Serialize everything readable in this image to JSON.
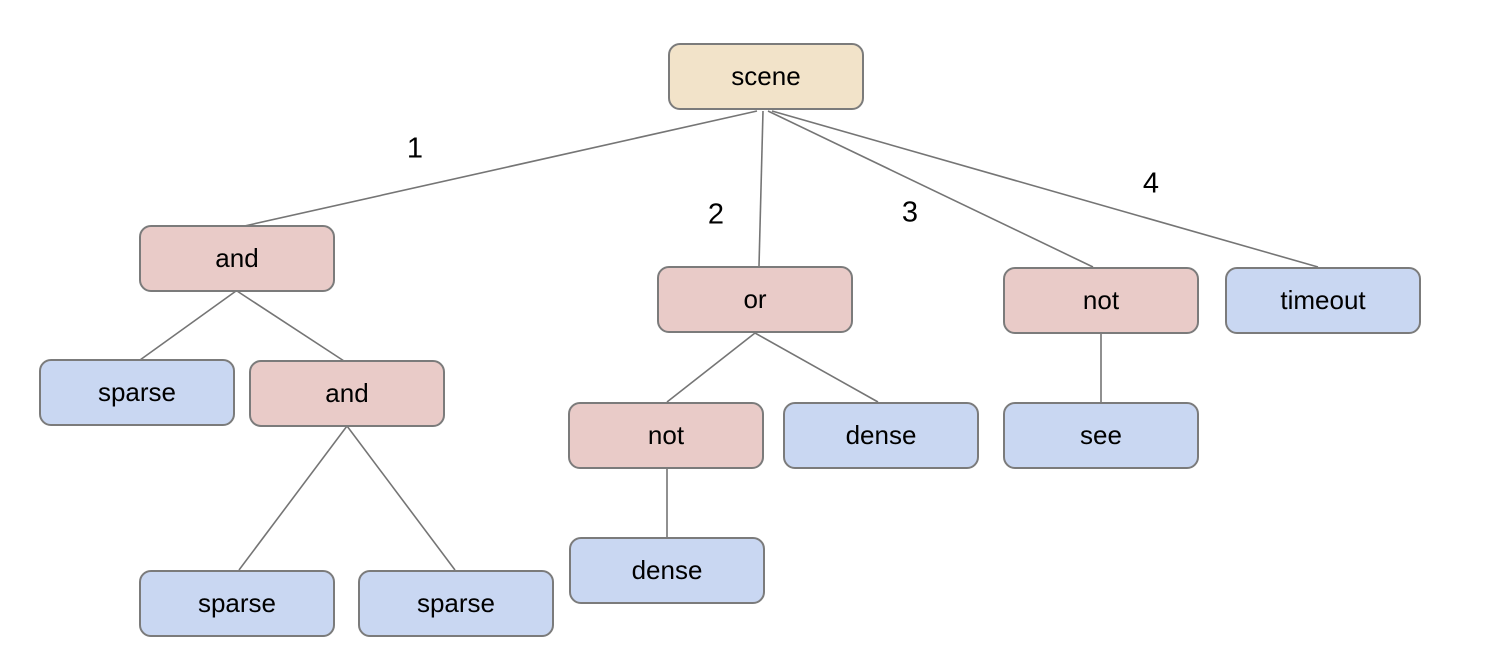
{
  "diagram": {
    "type": "tree",
    "background": "#ffffff",
    "colors": {
      "root_fill": "#f2e3c9",
      "operator_fill": "#e9cbc8",
      "leaf_fill": "#c9d7f2",
      "node_border": "#7b7b7b",
      "edge_stroke": "#757575",
      "text": "#000000"
    },
    "nodes": [
      {
        "id": "scene",
        "label": "scene",
        "role": "root"
      },
      {
        "id": "and-1",
        "label": "and",
        "role": "operator"
      },
      {
        "id": "or-1",
        "label": "or",
        "role": "operator"
      },
      {
        "id": "not-1",
        "label": "not",
        "role": "operator"
      },
      {
        "id": "timeout",
        "label": "timeout",
        "role": "leaf"
      },
      {
        "id": "sparse-1",
        "label": "sparse",
        "role": "leaf"
      },
      {
        "id": "and-2",
        "label": "and",
        "role": "operator"
      },
      {
        "id": "not-2",
        "label": "not",
        "role": "operator"
      },
      {
        "id": "dense-1",
        "label": "dense",
        "role": "leaf"
      },
      {
        "id": "see-1",
        "label": "see",
        "role": "leaf"
      },
      {
        "id": "dense-2",
        "label": "dense",
        "role": "leaf"
      },
      {
        "id": "sparse-2",
        "label": "sparse",
        "role": "leaf"
      },
      {
        "id": "sparse-3",
        "label": "sparse",
        "role": "leaf"
      }
    ],
    "edge_labels": [
      {
        "text": "1"
      },
      {
        "text": "2"
      },
      {
        "text": "3"
      },
      {
        "text": "4"
      }
    ],
    "edges": [
      {
        "from": "scene",
        "to": "and-1",
        "label": "1"
      },
      {
        "from": "scene",
        "to": "or-1",
        "label": "2"
      },
      {
        "from": "scene",
        "to": "not-1",
        "label": "3"
      },
      {
        "from": "scene",
        "to": "timeout",
        "label": "4"
      },
      {
        "from": "and-1",
        "to": "sparse-1"
      },
      {
        "from": "and-1",
        "to": "and-2"
      },
      {
        "from": "and-2",
        "to": "sparse-2"
      },
      {
        "from": "and-2",
        "to": "sparse-3"
      },
      {
        "from": "or-1",
        "to": "not-2"
      },
      {
        "from": "or-1",
        "to": "dense-1"
      },
      {
        "from": "not-2",
        "to": "dense-2"
      },
      {
        "from": "not-1",
        "to": "see-1"
      }
    ]
  }
}
